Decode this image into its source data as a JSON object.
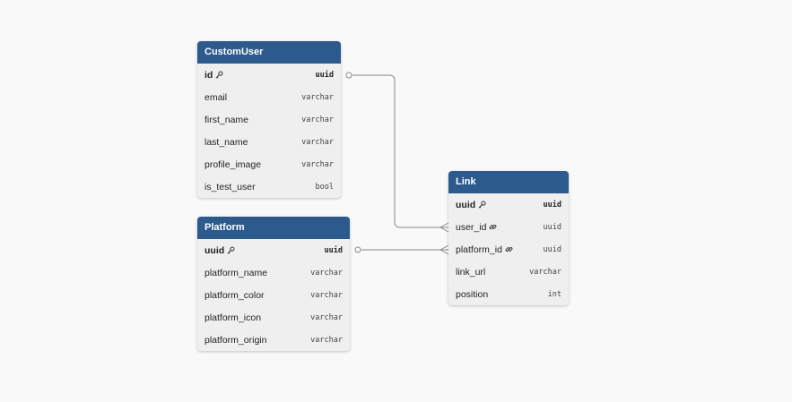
{
  "colors": {
    "header": "#2c5a8c",
    "body": "#efefef",
    "edge": "#888888"
  },
  "tables": {
    "customuser": {
      "name": "CustomUser",
      "columns": [
        {
          "name": "id",
          "type": "uuid",
          "pk": true,
          "icon": "key-icon"
        },
        {
          "name": "email",
          "type": "varchar"
        },
        {
          "name": "first_name",
          "type": "varchar"
        },
        {
          "name": "last_name",
          "type": "varchar"
        },
        {
          "name": "profile_image",
          "type": "varchar"
        },
        {
          "name": "is_test_user",
          "type": "bool"
        }
      ]
    },
    "platform": {
      "name": "Platform",
      "columns": [
        {
          "name": "uuid",
          "type": "uuid",
          "pk": true,
          "icon": "key-icon"
        },
        {
          "name": "platform_name",
          "type": "varchar"
        },
        {
          "name": "platform_color",
          "type": "varchar"
        },
        {
          "name": "platform_icon",
          "type": "varchar"
        },
        {
          "name": "platform_origin",
          "type": "varchar"
        }
      ]
    },
    "link": {
      "name": "Link",
      "columns": [
        {
          "name": "uuid",
          "type": "uuid",
          "pk": true,
          "icon": "key-icon"
        },
        {
          "name": "user_id",
          "type": "uuid",
          "icon": "link-icon"
        },
        {
          "name": "platform_id",
          "type": "uuid",
          "icon": "link-icon"
        },
        {
          "name": "link_url",
          "type": "varchar"
        },
        {
          "name": "position",
          "type": "int"
        }
      ]
    }
  },
  "relationships": [
    {
      "from": "CustomUser.id",
      "to": "Link.user_id",
      "cardinality": "one-to-many"
    },
    {
      "from": "Platform.uuid",
      "to": "Link.platform_id",
      "cardinality": "one-to-many"
    }
  ]
}
